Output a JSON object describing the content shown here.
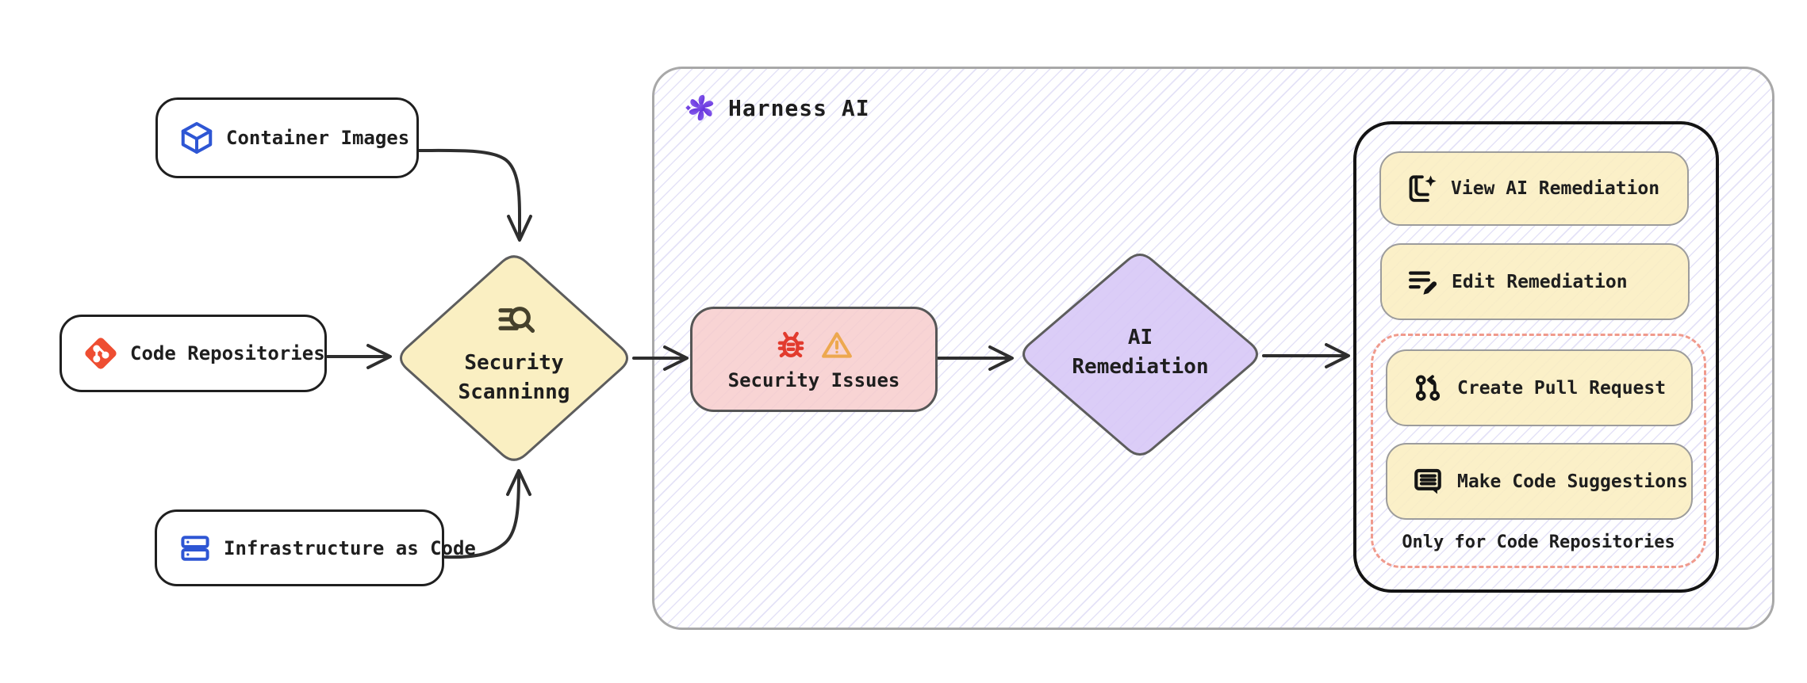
{
  "diagram_title": "Security scanning to AI remediation flow",
  "sources": [
    {
      "label": "Container Images",
      "icon": "cube-icon"
    },
    {
      "label": "Code Repositories",
      "icon": "git-icon"
    },
    {
      "label": "Infrastructure as Code",
      "icon": "server-stack-icon"
    }
  ],
  "scanner": {
    "line1": "Security",
    "line2": "Scanninng",
    "icon": "search-list-icon"
  },
  "group": {
    "title": "Harness AI",
    "icon": "harness-ai-logo"
  },
  "issues": {
    "label": "Security Issues",
    "icons": [
      "bug-icon",
      "warning-triangle-icon"
    ]
  },
  "remediation": {
    "line1": "AI",
    "line2": "Remediation"
  },
  "actions": {
    "view": {
      "label": "View AI Remediation",
      "icon": "document-sparkle-icon"
    },
    "edit": {
      "label": "Edit Remediation",
      "icon": "edit-lines-pencil-icon"
    },
    "create_pr": {
      "label": "Create Pull Request",
      "icon": "pull-request-icon"
    },
    "suggest": {
      "label": "Make Code Suggestions",
      "icon": "comment-lines-icon"
    },
    "note": "Only for Code Repositories"
  },
  "colors": {
    "yellow_fill": "#faefc2",
    "pink_fill": "#f7cdcd",
    "purple_fill": "#d7c8f6",
    "dashed_red": "#f09a8c",
    "hatch_line": "#dad4f2",
    "group_border": "#a8a8a8",
    "ink": "#1e1e1e",
    "blue_icon": "#2e56d4",
    "git_orange": "#ee4e32",
    "bug_red": "#e23b2e",
    "warning_orange": "#eda84f",
    "harness_purple": "#6a34dd"
  }
}
